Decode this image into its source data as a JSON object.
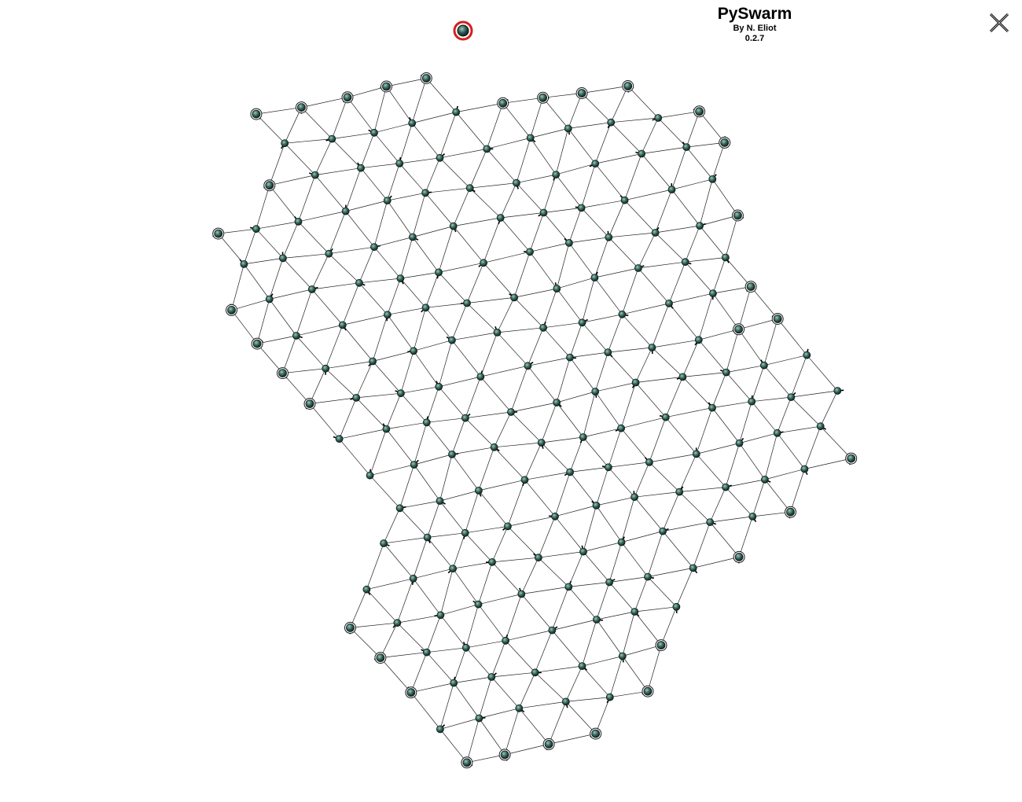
{
  "app": {
    "title": "PySwarm",
    "author": "By N. Eliot",
    "version": "0.2.7"
  },
  "icons": {
    "close": "close-icon",
    "attractor": "attractor-node-icon"
  },
  "colors": {
    "background": "#ffffff",
    "node_fill": "#3a6a60",
    "node_highlight": "#9fc6bd",
    "edge": "#222222",
    "attractor_ring": "#d42020",
    "boundary_ring": "#1a1a1a"
  }
}
